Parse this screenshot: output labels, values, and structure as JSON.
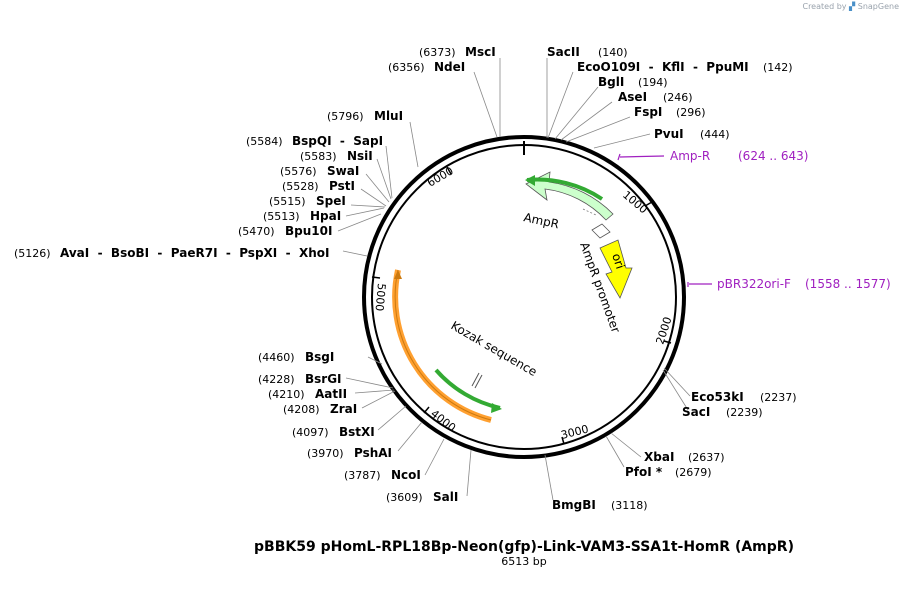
{
  "credit": {
    "prefix": "Created by",
    "brand": "SnapGene"
  },
  "plasmid": {
    "name": "pBBK59 pHomL-RPL18Bp-Neon(gfp)-Link-VAM3-SSA1t-HomR (AmpR)",
    "length_label": "6513 bp"
  },
  "ticks": [
    "1000",
    "2000",
    "3000",
    "4000",
    "5000",
    "6000"
  ],
  "sites": [
    {
      "pos": "(6373)",
      "name": "MscI"
    },
    {
      "pos": "(6356)",
      "name": "NdeI"
    },
    {
      "pos": "(5796)",
      "name": "MluI"
    },
    {
      "pos": "(5584)",
      "name": "BspQI  -  SapI"
    },
    {
      "pos": "(5583)",
      "name": "NsiI"
    },
    {
      "pos": "(5576)",
      "name": "SwaI"
    },
    {
      "pos": "(5528)",
      "name": "PstI"
    },
    {
      "pos": "(5515)",
      "name": "SpeI"
    },
    {
      "pos": "(5513)",
      "name": "HpaI"
    },
    {
      "pos": "(5470)",
      "name": "Bpu10I"
    },
    {
      "pos": "(5126)",
      "name": "AvaI  -  BsoBI  -  PaeR7I  -  PspXI  -  XhoI"
    },
    {
      "pos": "(4460)",
      "name": "BsgI"
    },
    {
      "pos": "(4228)",
      "name": "BsrGI"
    },
    {
      "pos": "(4210)",
      "name": "AatII"
    },
    {
      "pos": "(4208)",
      "name": "ZraI"
    },
    {
      "pos": "(4097)",
      "name": "BstXI"
    },
    {
      "pos": "(3970)",
      "name": "PshAI"
    },
    {
      "pos": "(3787)",
      "name": "NcoI"
    },
    {
      "pos": "(3609)",
      "name": "SalI"
    },
    {
      "name": "SacII",
      "pos": "(140)"
    },
    {
      "name": "EcoO109I  -  KflI  -  PpuMI",
      "pos": "(142)"
    },
    {
      "name": "BglI",
      "pos": "(194)"
    },
    {
      "name": "AseI",
      "pos": "(246)"
    },
    {
      "name": "FspI",
      "pos": "(296)"
    },
    {
      "name": "PvuI",
      "pos": "(444)"
    },
    {
      "name": "Eco53kI",
      "pos": "(2237)"
    },
    {
      "name": "SacI",
      "pos": "(2239)"
    },
    {
      "name": "XbaI",
      "pos": "(2637)"
    },
    {
      "name": "PfoI *",
      "pos": "(2679)"
    },
    {
      "name": "BmgBI",
      "pos": "(3118)"
    }
  ],
  "primers": [
    {
      "name": "Amp-R",
      "range": "(624 .. 643)"
    },
    {
      "name": "pBR322ori-F",
      "range": "(1558 .. 1577)"
    }
  ],
  "features": [
    {
      "name": "AmpR",
      "color": "#ccffcc"
    },
    {
      "name": "AmpR promoter",
      "color": "#ffffff"
    },
    {
      "name": "ori",
      "color": "#ffff00"
    },
    {
      "name": "Kozak sequence",
      "color": "#ffffff"
    }
  ],
  "colors": {
    "backbone": "#000000",
    "primer": "#a020c0",
    "orf_green": "#33aa33",
    "orf_orange": "#ffa030",
    "site_leader": "#888888"
  }
}
